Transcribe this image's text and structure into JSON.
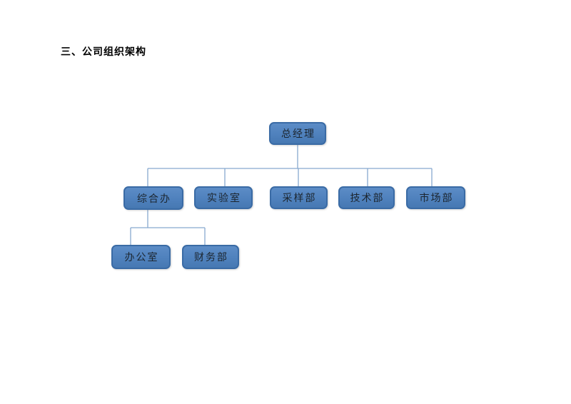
{
  "document": {
    "heading": "三、公司组织架构"
  },
  "org_chart": {
    "type": "organization-chart",
    "root": "总经理",
    "nodes": [
      {
        "label": "总经理",
        "level": 1,
        "reports_to": null
      },
      {
        "label": "综合办",
        "level": 2,
        "reports_to": "总经理"
      },
      {
        "label": "实验室",
        "level": 2,
        "reports_to": "总经理"
      },
      {
        "label": "采样部",
        "level": 2,
        "reports_to": "总经理"
      },
      {
        "label": "技术部",
        "level": 2,
        "reports_to": "总经理"
      },
      {
        "label": "市场部",
        "level": 2,
        "reports_to": "总经理"
      },
      {
        "label": "办公室",
        "level": 3,
        "reports_to": "综合办"
      },
      {
        "label": "财务部",
        "level": 3,
        "reports_to": "综合办"
      }
    ],
    "colors": {
      "box_fill": "#4f81bd",
      "box_border": "#3a6ba5",
      "box_text": "#1c2630",
      "connector_line": "#87a9cf",
      "page_background": "#ffffff"
    }
  }
}
